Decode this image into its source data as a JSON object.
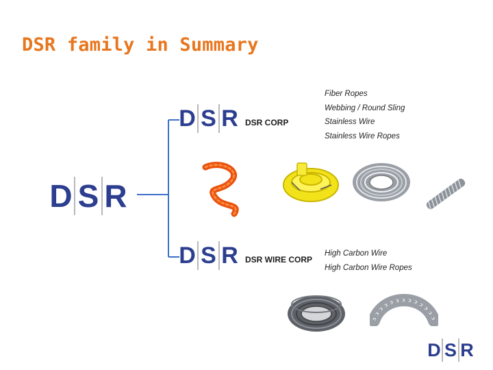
{
  "slide": {
    "title": "DSR family in Summary"
  },
  "logo": {
    "letters": [
      "D",
      "S",
      "R"
    ]
  },
  "companies": [
    {
      "name": "DSR CORP",
      "products": [
        "Fiber Ropes",
        "Webbing / Round Sling",
        "Stainless Wire",
        "Stainless Wire Ropes"
      ]
    },
    {
      "name": "DSR WIRE CORP",
      "products": [
        "High Carbon Wire",
        "High Carbon Wire Ropes"
      ]
    }
  ],
  "colors": {
    "title": "#e8761e",
    "logo": "#2c3e8f",
    "bracket": "#3a6fc9"
  }
}
